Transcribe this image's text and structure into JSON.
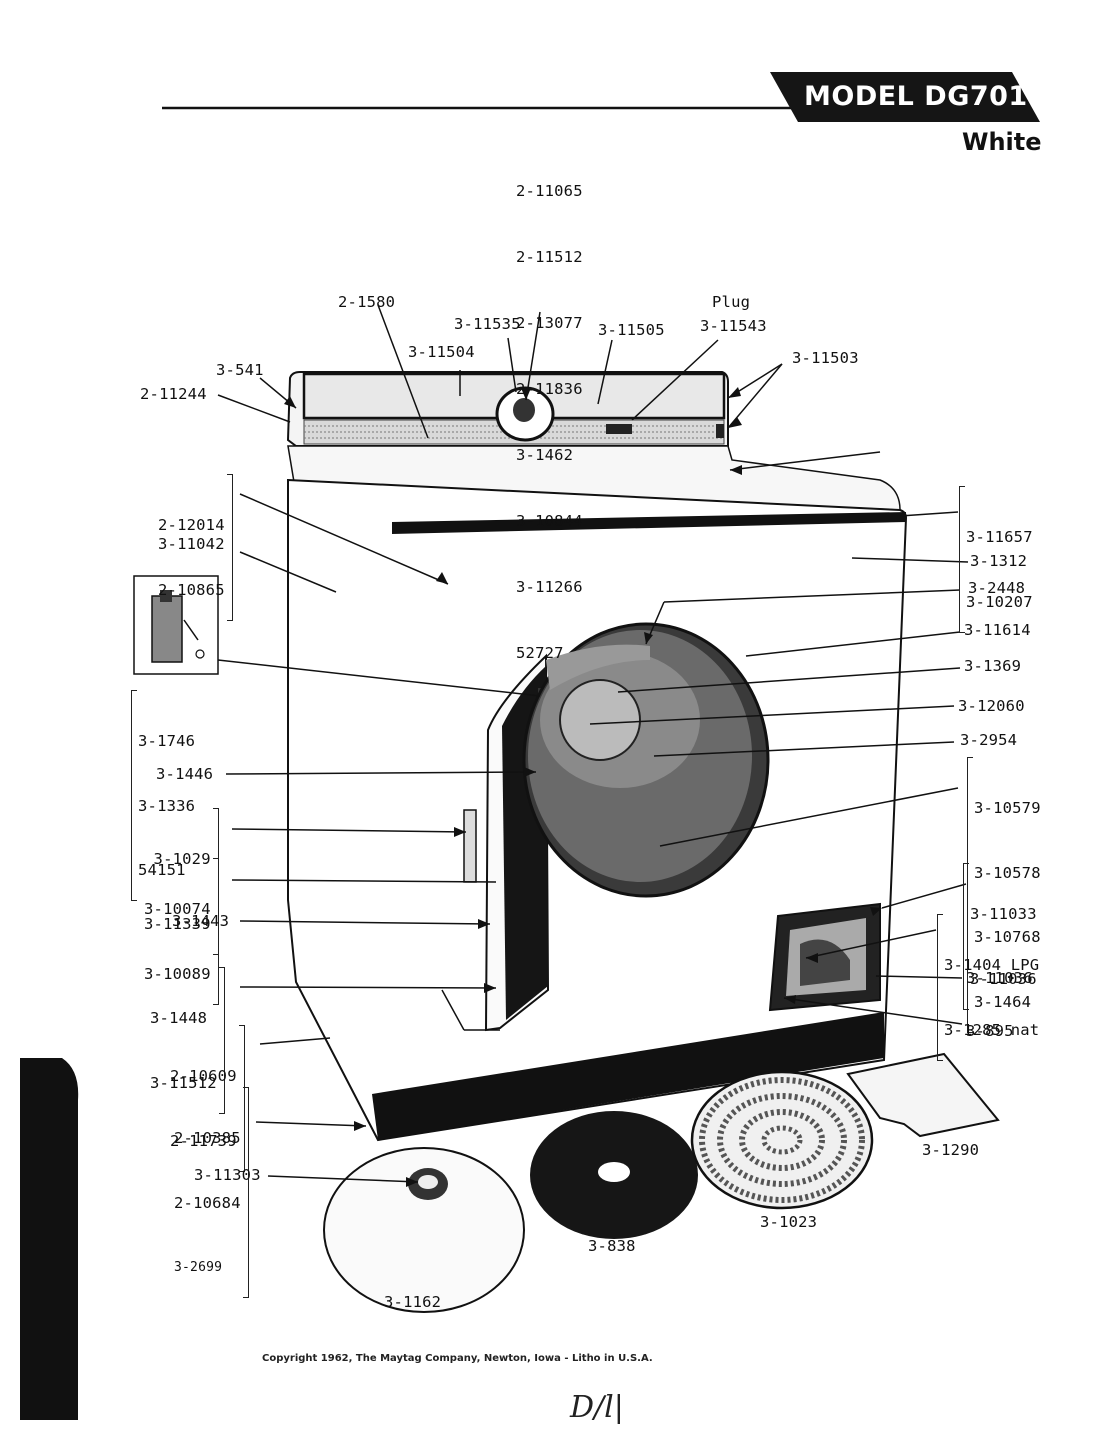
{
  "header": {
    "model_title": "MODEL DG701",
    "color": "White"
  },
  "labels": {
    "control_stack": [
      "2-11065",
      "2-11512",
      "2-13077",
      "2-11836",
      "3-1462",
      "3-10844",
      "3-11266",
      "52727"
    ],
    "l_2_1580": "2-1580",
    "l_3_11535": "3-11535",
    "l_3_11504": "3-11504",
    "l_3_11505": "3-11505",
    "plug_word": "Plug",
    "l_3_11543": "3-11543",
    "l_3_11503": "3-11503",
    "l_3_541": "3-541",
    "l_2_11244": "2-11244",
    "group_2_12014": [
      "2-12014",
      "2-10865"
    ],
    "l_3_11042": "3-11042",
    "group_3_11657": [
      "3-11657",
      "3-10207"
    ],
    "l_3_1312": "3-1312",
    "l_3_2448": "3-2448",
    "l_3_11614": "3-11614",
    "l_3_1369": "3-1369",
    "l_3_12060": "3-12060",
    "l_3_2954": "3-2954",
    "group_3_1746": [
      "3-1746",
      "3-1336",
      "54151"
    ],
    "group_3_10579": [
      "3-10579",
      "3-10578",
      "3-10768",
      "3-1464"
    ],
    "l_3_1446": "3-1446",
    "group_3_1029": [
      "3-1029",
      "3-11339"
    ],
    "group_3_10074": [
      "3-10074",
      "3-10089"
    ],
    "group_3_11033": [
      "3-11033",
      "3-11036"
    ],
    "group_3_1404": [
      "3-1404 LPG",
      "3-1285 nat"
    ],
    "l_3_1443": "3-1443",
    "l_3_11036": "3-11036",
    "group_3_1448": [
      "3-1448",
      "3-11512"
    ],
    "l_3_895": "3-895",
    "group_2_10609": [
      "2-10609",
      "2-11739"
    ],
    "group_2_10385": [
      "2-10385",
      "2-10684",
      "3-2699"
    ],
    "l_3_1290": "3-1290",
    "l_3_11303": "3-11303",
    "l_3_1023": "3-1023",
    "l_3_838": "3-838",
    "l_3_1162": "3-1162"
  },
  "footer": {
    "copyright": "Copyright 1962, The Maytag Company, Newton, Iowa - Litho in U.S.A.",
    "page_mark": "D/l|"
  },
  "colors": {
    "ink": "#111111",
    "banner": "#151515",
    "drum": "#555555"
  }
}
